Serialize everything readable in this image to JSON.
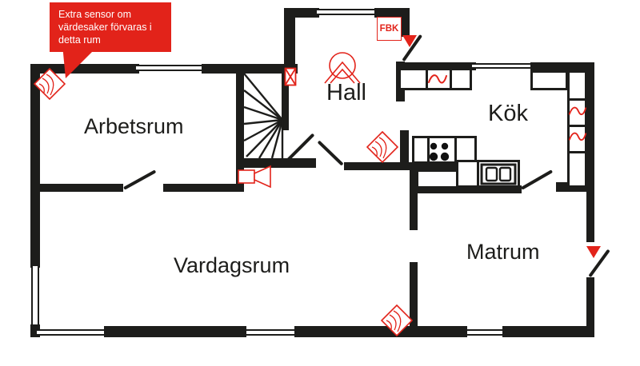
{
  "palette": {
    "red": "#e2231a",
    "wall": "#1d1d1b",
    "background": "#ffffff",
    "text": "#1d1d1b"
  },
  "callout": {
    "lines": [
      "Extra sensor om",
      "värdesaker förvaras i",
      "detta rum"
    ]
  },
  "rooms": {
    "arbetsrum": "Arbetsrum",
    "hall": "Hall",
    "kok": "Kök",
    "vardagsrum": "Vardagsrum",
    "matrum": "Matrum"
  },
  "labels": {
    "fbk": "FBK"
  },
  "icons": {
    "motion_sensor": "rotated-square-with-arcs",
    "smoke_detector": "circle-with-double-chevron",
    "siren": "box-with-horn",
    "magnetic_contact": "box-with-x",
    "wave_sensor": "red-sine-wave",
    "entry_marker": "red-triangle-down",
    "fbk": "red-outlined-box"
  },
  "sensors": [
    {
      "type": "motion-sensor",
      "room": "Arbetsrum"
    },
    {
      "type": "motion-sensor",
      "room": "Hall"
    },
    {
      "type": "motion-sensor",
      "room": "Vardagsrum"
    },
    {
      "type": "smoke-detector",
      "room": "Hall"
    },
    {
      "type": "siren",
      "room": "Vardagsrum"
    },
    {
      "type": "magnetic-contact",
      "room": "Hall"
    },
    {
      "type": "wave-sensor",
      "room": "Kök"
    },
    {
      "type": "wave-sensor",
      "room": "Kök"
    },
    {
      "type": "wave-sensor",
      "room": "Kök"
    },
    {
      "type": "entry-marker",
      "room": "Hall"
    },
    {
      "type": "entry-marker",
      "room": "Matrum"
    },
    {
      "type": "fbk",
      "room": "Hall"
    }
  ]
}
